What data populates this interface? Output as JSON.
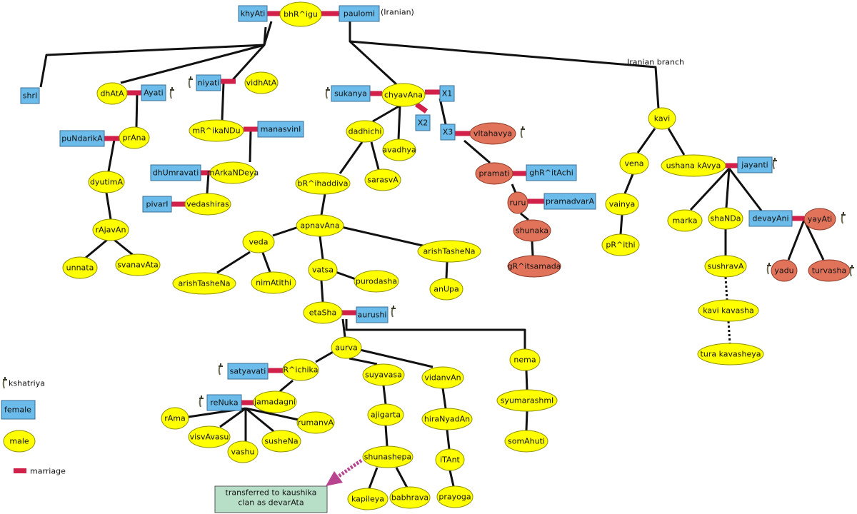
{
  "colors": {
    "male_fill": "#ffff00",
    "female_fill": "#6bbcea",
    "kshatriya_male_fill": "#e2735b",
    "marriage": "#d1204a",
    "note_fill": "#b7dfc8",
    "arrow": "#b8448f",
    "line": "#111111"
  },
  "annotations": {
    "iranian_suffix": "(Iranian)",
    "iranian_branch": "Iranian branch",
    "note": "transferred to kaushika clan as devarAta"
  },
  "legend": {
    "kshatriya": "kshatriya",
    "female": "female",
    "male": "male",
    "marriage": "marriage"
  },
  "persons": {
    "khyAti": "khyAti",
    "bhrigu": "bhR^igu",
    "paulomi": "paulomi",
    "shrI": "shrI",
    "dhAtA": "dhAtA",
    "Ayati": "Ayati",
    "niyati": "niyati",
    "vidhAtA": "vidhAtA",
    "pundarikA": "puNdarikA",
    "prAna": "prAna",
    "mrikandu": "mR^ikaNDu",
    "manasvinI": "manasvinI",
    "dyutimA": "dyutimA",
    "dhUmravati": "dhUmravati",
    "mArkaNDeya": "mArkaNDeya",
    "pivarI": "pivarI",
    "vedashiras": "vedashiras",
    "rAjavAn": "rAjavAn",
    "unnata": "unnata",
    "svanavAta": "svanavAta",
    "sukanya": "sukanya",
    "chyavAna": "chyavAna",
    "X1": "X1",
    "X2": "X2",
    "X3": "X3",
    "vItahavya": "vItahavya",
    "dadhichi": "dadhichi",
    "avadhya": "avadhya",
    "sarasvA": "sarasvA",
    "pramati": "pramati",
    "ghritAchi": "ghR^itAchi",
    "ruru": "ruru",
    "pramadvarA": "pramadvarA",
    "shunaka": "shunaka",
    "gritsamada": "gR^itsamada",
    "brihaddiva": "bR^ihaddiva",
    "apnavAna": "apnavAna",
    "veda": "veda",
    "arishTasheNa1": "arishTasheNa",
    "nimAtithi": "nimAtithi",
    "vatsa": "vatsa",
    "purodasha": "purodasha",
    "arishTasheNa2": "arishTasheNa",
    "anUpa": "anUpa",
    "etaSha": "etaSha",
    "aurushi": "aurushi",
    "aurva": "aurva",
    "nema": "nema",
    "satyavati": "satyavati",
    "richika": "R^ichika",
    "suyavasa": "suyavasa",
    "vidanvAn": "vidanvAn",
    "syumarashmI": "syumarashmI",
    "somAhuti": "somAhuti",
    "reNuka": "reNuka",
    "jamadagni": "jamadagni",
    "rAma": "rAma",
    "visvAvasu": "visvAvasu",
    "rumanvA": "rumanvA",
    "susheNa": "susheNa",
    "vashu": "vashu",
    "ajigarta": "ajigarta",
    "hiraNyadAn": "hiraNyadAn",
    "shunashepa": "shunashepa",
    "iTAnt": "iTAnt",
    "kapileya": "kapileya",
    "babhrava": "babhrava",
    "prayoga": "prayoga",
    "kavi": "kavi",
    "vena": "vena",
    "ushana": "ushana kAvya",
    "jayanti": "jayanti",
    "vainya": "vainya",
    "prithi": "pR^ithi",
    "marka": "marka",
    "shaNDa": "shaNDa",
    "devayAni": "devayAni",
    "yayAti": "yayAti",
    "sushravA": "sushravA",
    "yadu": "yadu",
    "turvasha": "turvasha",
    "kavi_kavasha": "kavi kavasha",
    "tura_kavasheya": "tura kavasheya"
  }
}
